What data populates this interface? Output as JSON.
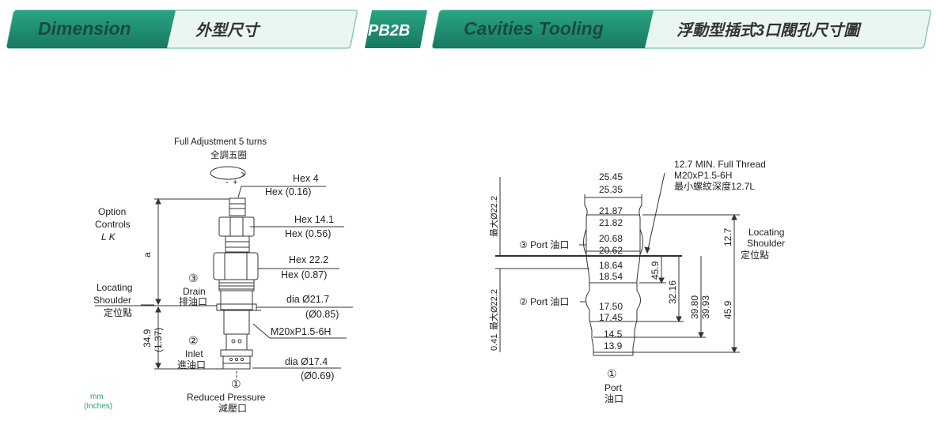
{
  "header": {
    "dimension_en": "Dimension",
    "dimension_zh": "外型尺寸",
    "model_code": "PB2B",
    "cavities_en": "Cavities Tooling",
    "cavities_zh": "浮動型插式3口閥孔尺寸圖",
    "colors": {
      "teal_dark": "#1f8f72",
      "teal_light": "#8fcfb4",
      "teal_fill": "#eaf6f0",
      "text_dark": "#1a4a40"
    }
  },
  "valve": {
    "adjust_en": "Full Adjustment 5 turns",
    "adjust_zh": "全調五圈",
    "minus": "-",
    "plus": "+",
    "hex4": "Hex 4",
    "hex4_in": "Hex (0.16)",
    "hex14": "Hex 14.1",
    "hex14_in": "Hex (0.56)",
    "hex22": "Hex 22.2",
    "hex22_in": "Hex (0.87)",
    "dia217": "dia  Ø21.7",
    "dia217_in": "(Ø0.85)",
    "thread": "M20xP1.5-6H",
    "dia174": "dia  Ø17.4",
    "dia174_in": "(Ø0.69)",
    "option_line1": "Option",
    "option_line2": "Controls",
    "option_line3": "L    K",
    "dim_a": "a",
    "locating_en1": "Locating",
    "locating_en2": "Shoulder",
    "locating_zh": "定位點",
    "port3_num": "③",
    "port3_en": "Drain",
    "port3_zh": "排油口",
    "port2_num": "②",
    "port2_en": "Inlet",
    "port2_zh": "進油口",
    "port1_num": "①",
    "port1_en": "Reduced Pressure",
    "port1_zh": "減壓口",
    "len349": "34.9",
    "len137": "(1.37)",
    "units_mm": "mm",
    "units_in": "(Inches)"
  },
  "cavity": {
    "thread_note1": "12.7 MIN. Full Thread",
    "thread_note2": "M20xP1.5-6H",
    "thread_note3": "最小螺紋深度12.7L",
    "d2545": "25.45",
    "d2535": "25.35",
    "d2187": "21.87",
    "d2182": "21.82",
    "d2068": "20.68",
    "d2062": "20.62",
    "d1864": "18.64",
    "d1854": "18.54",
    "d1750": "17.50",
    "d1745": "17.45",
    "d145": "14.5",
    "d139": "13.9",
    "max222_top": "最大Ø22.2",
    "max222_bottom": "最大Ø22.2",
    "d041": "0.41",
    "port3_label": "③ Port 油口",
    "port2_label": "② Port 油口",
    "port1_num": "①",
    "port1_en": "Port",
    "port1_zh": "油口",
    "v127": "12.7",
    "v459a": "45.9",
    "v3216": "32.16",
    "v3980": "39.80",
    "v3993": "39.93",
    "v459b": "45.9",
    "locating_en1": "Locating",
    "locating_en2": "Shoulder",
    "locating_zh": "定位點"
  }
}
